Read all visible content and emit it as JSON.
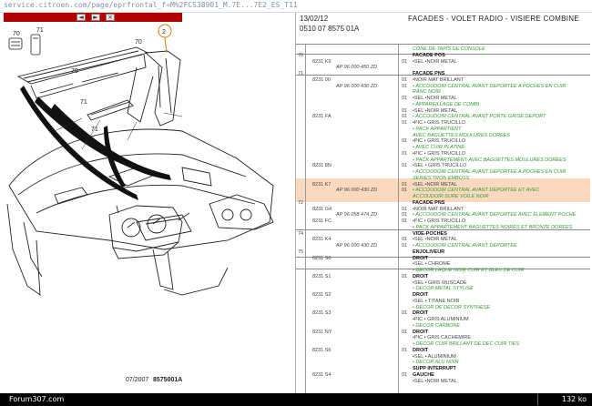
{
  "browser": {
    "url": "service.citroen.com/page/eprfrontal_f=M%2FCS38901_M.7E...7E2_ES_T11"
  },
  "toolbar": {
    "btn_prev_label": "◄",
    "btn_next_label": "►",
    "btn_close_label": "×"
  },
  "diagram": {
    "callouts": [
      "70",
      "71",
      "2",
      "70",
      "70",
      "71",
      "71"
    ],
    "date_code": "07/2007",
    "ref_code": "8575001A"
  },
  "doc": {
    "date": "13/02/12",
    "title": "FACADES - VOLET RADIO - VISIERE COMBINE",
    "ref": "0510 07 8575 01A"
  },
  "table": {
    "rows": [
      {
        "col": "",
        "code": "",
        "ref": "",
        "q": "",
        "text": "CONE DE TAPIS DE CONSOLE",
        "cls": "g"
      },
      {
        "col": "70",
        "code": "",
        "ref": "",
        "q": "",
        "text": "FACADE POS",
        "cls": "h"
      },
      {
        "col": "",
        "code": "8231 K9",
        "ref": "",
        "q": "01",
        "text": "•SEL •NOIR METAL",
        "cls": "n"
      },
      {
        "col": "",
        "code": "",
        "ref": "AP 96 000 450 ZD",
        "q": "",
        "text": "",
        "cls": "i"
      },
      {
        "col": "71",
        "code": "",
        "ref": "",
        "q": "",
        "text": "FACADE PNS",
        "cls": "h"
      },
      {
        "col": "",
        "code": "8231 00",
        "ref": "",
        "q": "01",
        "text": "•NOIR MAT BRILLANT",
        "cls": "n"
      },
      {
        "col": "",
        "code": "",
        "ref": "AP 96 000 430 ZD",
        "q": "01",
        "text": "• ACCOUDOIR CENTRAL AVANT DEPORTEE A POCHES EN CUIR",
        "cls": "g"
      },
      {
        "col": "",
        "code": "",
        "ref": "",
        "q": "",
        "text": "RANC NOIR",
        "cls": "g"
      },
      {
        "col": "",
        "code": "",
        "ref": "",
        "q": "01",
        "text": "•SEL •NOIR METAL",
        "cls": "n"
      },
      {
        "col": "",
        "code": "",
        "ref": "",
        "q": "",
        "text": "• APPAREILLAGE DE COMBI",
        "cls": "g"
      },
      {
        "col": "",
        "code": "",
        "ref": "",
        "q": "01",
        "text": "•SEL •NOIR METAL",
        "cls": "n"
      },
      {
        "col": "",
        "code": "8231 FA",
        "ref": "",
        "q": "01",
        "text": "• ACCOUDOIR CENTRAL AVANT PORTE GRISE DEPORT",
        "cls": "g"
      },
      {
        "col": "",
        "code": "",
        "ref": "",
        "q": "01",
        "text": "•PIC • GRIS TRUCILLO",
        "cls": "n"
      },
      {
        "col": "",
        "code": "",
        "ref": "",
        "q": "",
        "text": "• PACK APPARTIENT",
        "cls": "g"
      },
      {
        "col": "",
        "code": "",
        "ref": "",
        "q": "",
        "text": "AVEC BAGUETTES MOULURES DOREES",
        "cls": "g"
      },
      {
        "col": "",
        "code": "",
        "ref": "",
        "q": "01",
        "text": "•PIC • GRIS TRUCILLO",
        "cls": "n"
      },
      {
        "col": "",
        "code": "",
        "ref": "",
        "q": "",
        "text": "• AVEC CUIR PLATINE",
        "cls": "g"
      },
      {
        "col": "",
        "code": "",
        "ref": "",
        "q": "01",
        "text": "•PIC • GRIS TRUCILLO",
        "cls": "n"
      },
      {
        "col": "",
        "code": "",
        "ref": "",
        "q": "",
        "text": "• PACK APPARTEMENT AVEC BAGUETTES MOULURES DOREES",
        "cls": "g"
      },
      {
        "col": "",
        "code": "8231 8N",
        "ref": "",
        "q": "01",
        "text": "•SEL • GRIS TRUCILLO",
        "cls": "n"
      },
      {
        "col": "",
        "code": "",
        "ref": "",
        "q": "",
        "text": "• ACCOUDOIR CENTRAL AVANT DEPORTEE A POCHES EN CUIR",
        "cls": "g"
      },
      {
        "col": "",
        "code": "",
        "ref": "",
        "q": "",
        "text": "SERIES TRON EMBOSS",
        "cls": "g"
      },
      {
        "col": "",
        "code": "8231 K7",
        "ref": "",
        "q": "01",
        "text": "•SEL •NOIR METAL",
        "cls": "n"
      },
      {
        "col": "",
        "code": "",
        "ref": "AP 96 000 430 ZD",
        "q": "01",
        "text": "• ACCOUDOIR CENTRAL AVANT DEPORTEE ET AVEC",
        "cls": "g"
      },
      {
        "col": "",
        "code": "",
        "ref": "",
        "q": "",
        "text": "ACCOUDOIR SURE VOILE NOIR",
        "cls": "g"
      },
      {
        "col": "72",
        "code": "",
        "ref": "",
        "q": "",
        "text": "FACADE PNS",
        "cls": "h"
      },
      {
        "col": "",
        "code": "8231 G4",
        "ref": "",
        "q": "01",
        "text": "•NOIR MAT BRILLANT",
        "cls": "n"
      },
      {
        "col": "",
        "code": "",
        "ref": "AP 96 058 474 ZD",
        "q": "01",
        "text": "• ACCOUDOIR CENTRAL AVANT DEPORTEE AVEC ELEMENT POCHE",
        "cls": "g"
      },
      {
        "col": "",
        "code": "8231 FC",
        "ref": "",
        "q": "01",
        "text": "•PIC • GRIS TRUCILLO",
        "cls": "n"
      },
      {
        "col": "",
        "code": "",
        "ref": "",
        "q": "",
        "text": "• PACK APPARTEMENT BAGUETTES NOIRES ET BRONZE DOREES",
        "cls": "g"
      },
      {
        "col": "74",
        "code": "",
        "ref": "",
        "q": "",
        "text": "VIDE-POCHES",
        "cls": "h"
      },
      {
        "col": "",
        "code": "8231 K4",
        "ref": "",
        "q": "01",
        "text": "•SEL •NOIR METAL",
        "cls": "n"
      },
      {
        "col": "",
        "code": "",
        "ref": "AP 96 000 430 ZD",
        "q": "01",
        "text": "• ACCOUDOIR CENTRAL AVANT DEPORTEE",
        "cls": "g"
      },
      {
        "col": "75",
        "code": "",
        "ref": "",
        "q": "",
        "text": "ENJOLIVEUR",
        "cls": "h"
      },
      {
        "col": "",
        "code": "8231 S0",
        "ref": "",
        "q": "",
        "text": "DROIT",
        "cls": "h"
      },
      {
        "col": "",
        "code": "",
        "ref": "",
        "q": "",
        "text": "•SEL • CHROME",
        "cls": "n"
      },
      {
        "col": "",
        "code": "",
        "ref": "",
        "q": "",
        "text": "• DECOR LAQUE NOIR CUIR ET BLEU DE CUIR",
        "cls": "g"
      },
      {
        "col": "",
        "code": "8231 S1",
        "ref": "",
        "q": "01",
        "text": "DROIT",
        "cls": "h"
      },
      {
        "col": "",
        "code": "",
        "ref": "",
        "q": "",
        "text": "•SEL • GRIS MUSCADE",
        "cls": "n"
      },
      {
        "col": "",
        "code": "",
        "ref": "",
        "q": "",
        "text": "• DECOR METAL STYLISE",
        "cls": "g"
      },
      {
        "col": "",
        "code": "8231 S2",
        "ref": "",
        "q": "",
        "text": "DROIT",
        "cls": "h"
      },
      {
        "col": "",
        "code": "",
        "ref": "",
        "q": "",
        "text": "•SEL • TITANE NOIR",
        "cls": "n"
      },
      {
        "col": "",
        "code": "",
        "ref": "",
        "q": "",
        "text": "• DECOR DE DECOR SYNTHESE",
        "cls": "g"
      },
      {
        "col": "",
        "code": "8231 S3",
        "ref": "",
        "q": "01",
        "text": "DROIT",
        "cls": "h"
      },
      {
        "col": "",
        "code": "",
        "ref": "",
        "q": "",
        "text": "•PIC • GRIS ALUMINIUM",
        "cls": "n"
      },
      {
        "col": "",
        "code": "",
        "ref": "",
        "q": "",
        "text": "• DECOR CARBONE",
        "cls": "g"
      },
      {
        "col": "",
        "code": "8231 NY",
        "ref": "",
        "q": "01",
        "text": "DROIT",
        "cls": "h"
      },
      {
        "col": "",
        "code": "",
        "ref": "",
        "q": "",
        "text": "•PIC • GRIS CACHEMIRE",
        "cls": "n"
      },
      {
        "col": "",
        "code": "",
        "ref": "",
        "q": "",
        "text": "• DECOR CUIR BRILLANT DE DEC CUIR TIES",
        "cls": "g"
      },
      {
        "col": "",
        "code": "8231 S6",
        "ref": "",
        "q": "01",
        "text": "DROIT",
        "cls": "h"
      },
      {
        "col": "",
        "code": "",
        "ref": "",
        "q": "",
        "text": "•SEL • ALUMINIUM",
        "cls": "n"
      },
      {
        "col": "",
        "code": "",
        "ref": "",
        "q": "",
        "text": "• DECOR ALU NOIR",
        "cls": "g"
      },
      {
        "col": "",
        "code": "",
        "ref": "",
        "q": "",
        "text": "SUPP INTERRUPT",
        "cls": "h"
      },
      {
        "col": "",
        "code": "8231 S4",
        "ref": "",
        "q": "01",
        "text": "GAUCHE",
        "cls": "h"
      },
      {
        "col": "",
        "code": "",
        "ref": "",
        "q": "",
        "text": "•SEL •NOIR METAL",
        "cls": "n"
      }
    ]
  },
  "footer": {
    "site": "Forum307.com",
    "size": "132 ko"
  },
  "colors": {
    "red_toolbar": "#b00000",
    "highlight": "#f8ccaa",
    "green_text": "#2e9e2e",
    "footer_bg": "#000000"
  },
  "icons": [
    "prev-arrow-icon",
    "next-arrow-icon",
    "close-icon"
  ]
}
